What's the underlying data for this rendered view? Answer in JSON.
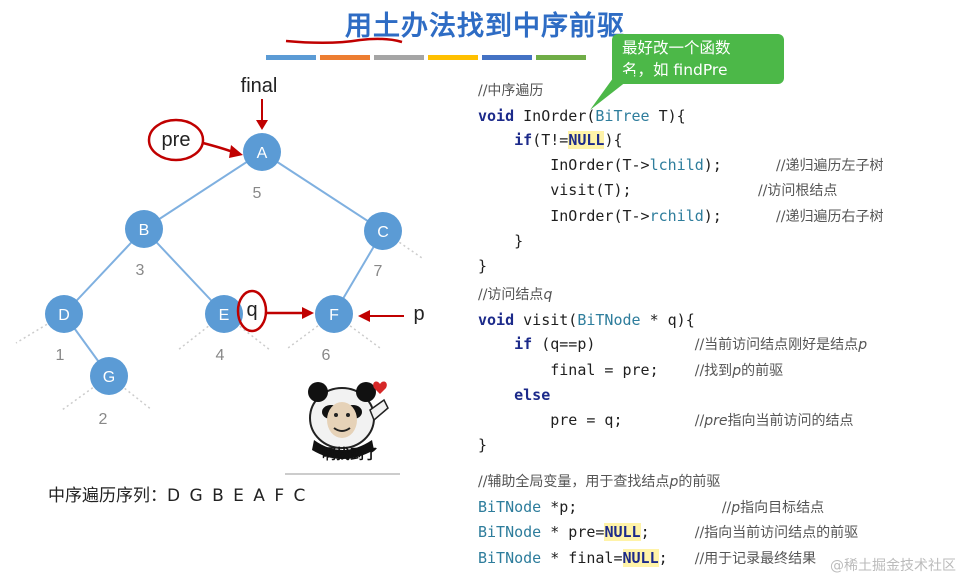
{
  "title": "用土办法找到中序前驱",
  "colors": {
    "title": "#2e6cc4",
    "node_fill": "#5b9bd5",
    "edge": "#7fb0e0",
    "highlight": "#c00000",
    "bubble": "#4cb848",
    "title_bar": [
      "#5b9bd5",
      "#ed7d31",
      "#a5a5a5",
      "#ffc000",
      "#4472c4",
      "#70ad47"
    ]
  },
  "bubble": {
    "line1": "最好改一个函数",
    "line2": "名，如 findPre"
  },
  "tree": {
    "nodes": [
      {
        "label": "A",
        "order": "5"
      },
      {
        "label": "B",
        "order": "3"
      },
      {
        "label": "C",
        "order": "7"
      },
      {
        "label": "D",
        "order": "1"
      },
      {
        "label": "E",
        "order": "4"
      },
      {
        "label": "F",
        "order": "6"
      },
      {
        "label": "G",
        "order": "2"
      }
    ],
    "markers": {
      "final": "final",
      "pre": "pre",
      "q": "q",
      "p": "p"
    }
  },
  "meme": {
    "icon": "panda-meme-icon",
    "caption": "啊找到了"
  },
  "sequence": {
    "label": "中序遍历序列：",
    "value": "D G B E A F C"
  },
  "code": {
    "inorder": {
      "comment": "//中序遍历",
      "sig_kw": "void",
      "sig_rest": " InOrder(",
      "sig_type": "BiTree",
      "sig_end": " T){",
      "if_kw": "if",
      "if_open": "(T!=",
      "null": "NULL",
      "if_close": "){",
      "call1": "InOrder(T->",
      "call1_field": "lchild",
      "call1_end": ");",
      "call1_cm": "//递归遍历左子树",
      "call2": "visit(T);",
      "call2_cm": "//访问根结点",
      "call3": "InOrder(T->",
      "call3_field": "rchild",
      "call3_end": ");",
      "call3_cm": "//递归遍历右子树",
      "close_inner": "}",
      "close_outer": "}"
    },
    "visit": {
      "comment_a": "//访问结点",
      "comment_b": "q",
      "sig_kw": "void",
      "sig_rest": " visit(",
      "sig_type": "BiTNode",
      "sig_end": " * q){",
      "if_kw": "if",
      "if_cond": " (q==p)",
      "if_cm_a": "//当前访问结点刚好是结点",
      "if_cm_b": "p",
      "assign1": "final = pre;",
      "assign1_cm_a": "//找到",
      "assign1_cm_b": "p",
      "assign1_cm_c": "的前驱",
      "else_kw": "else",
      "assign2": "pre = q;",
      "assign2_cm_a": "//",
      "assign2_cm_b": "pre",
      "assign2_cm_c": "指向当前访问的结点",
      "close": "}"
    },
    "globals": {
      "comment_a": "//辅助全局变量，用于查找结点",
      "comment_b": "p",
      "comment_c": "的前驱",
      "l1_type": "BiTNode",
      "l1_rest": " *p;",
      "l1_cm_a": "//",
      "l1_cm_b": "p",
      "l1_cm_c": "指向目标结点",
      "l2_type": "BiTNode",
      "l2_rest": " * pre=",
      "l2_null": "NULL",
      "l2_end": ";",
      "l2_cm": "//指向当前访问结点的前驱",
      "l3_type": "BiTNode",
      "l3_rest": " * final=",
      "l3_null": "NULL",
      "l3_end": ";",
      "l3_cm": "//用于记录最终结果"
    }
  },
  "watermark": "@稀土掘金技术社区"
}
